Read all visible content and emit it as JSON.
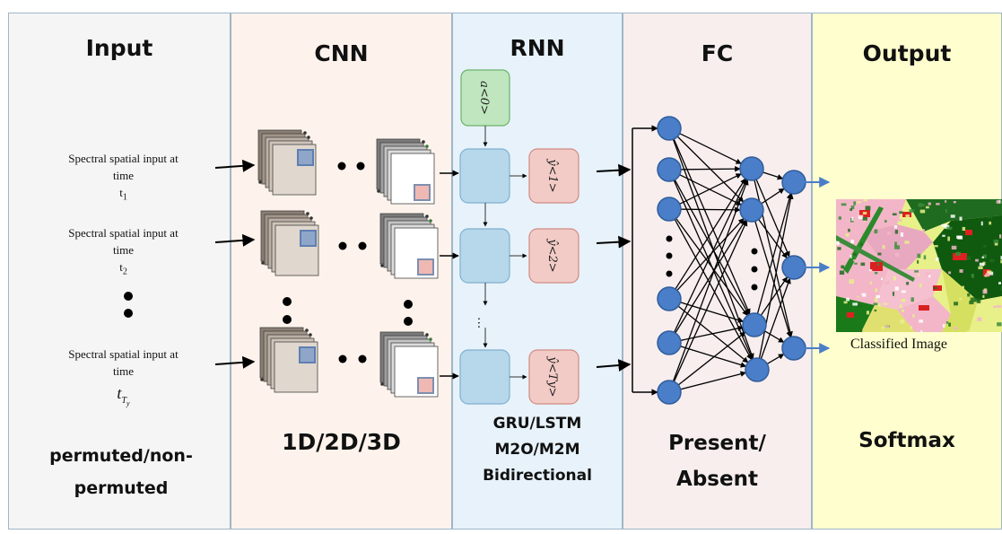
{
  "colors": {
    "input_bg": "#f5f5f5",
    "cnn_bg": "#fdf3ec",
    "rnn_bg": "#e7f2fa",
    "fc_bg": "#f8eeee",
    "output_bg": "#fefece",
    "node": "#4a7ec8",
    "rnn_cell": "#b7d7eb",
    "rnn_a": "#bfe6bf",
    "rnn_y": "#f2cbc6"
  },
  "input": {
    "title": "Input",
    "rows": [
      {
        "line1": "Spectral spatial input at",
        "line2": "time",
        "time": "t",
        "sub": "1"
      },
      {
        "line1": "Spectral spatial input at",
        "line2": "time",
        "time": "t",
        "sub": "2"
      },
      {
        "line1": "Spectral spatial input at",
        "line2": "time",
        "time": "t",
        "sub": "T",
        "subsub": "y"
      }
    ],
    "footer_line1": "permuted/non-",
    "footer_line2": "permuted"
  },
  "cnn": {
    "title": "CNN",
    "footer": "1D/2D/3D"
  },
  "rnn": {
    "title": "RNN",
    "a0": "a<0>",
    "y1": "ŷ<1>",
    "y2": "ŷ<2>",
    "yT": "ŷ<Ty>",
    "footer_line1": "GRU/LSTM",
    "footer_line2": "M2O/M2M",
    "footer_line3": "Bidirectional"
  },
  "fc": {
    "title": "FC",
    "footer_line1": "Present/",
    "footer_line2": "Absent"
  },
  "output": {
    "title": "Output",
    "caption": "Classified Image",
    "footer": "Softmax"
  }
}
